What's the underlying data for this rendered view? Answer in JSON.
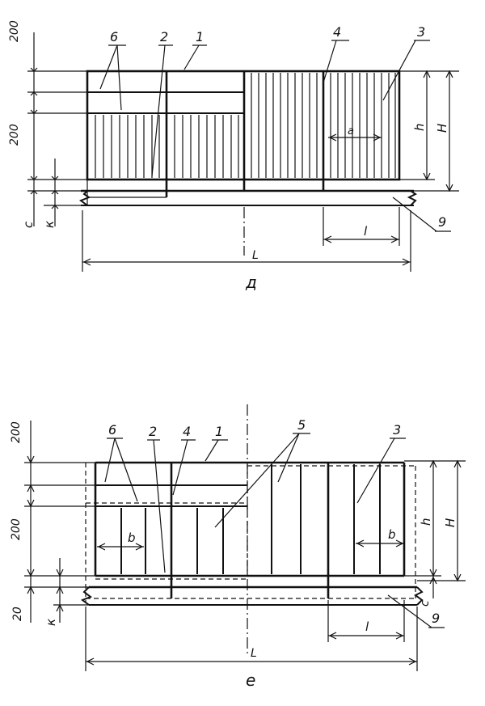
{
  "top": {
    "dims": {
      "d200a": "200",
      "d200b": "200",
      "c": "c",
      "k": "к",
      "h": "h",
      "H": "H",
      "a": "a",
      "l": "l",
      "L": "L"
    },
    "callouts": {
      "n6": "6",
      "n2": "2",
      "n1": "1",
      "n4": "4",
      "n3": "3",
      "n9": "9"
    },
    "caption": "д"
  },
  "bottom": {
    "dims": {
      "d200a": "200",
      "d200b": "200",
      "d20": "20",
      "k": "к",
      "c": "c",
      "h": "h",
      "H": "H",
      "b1": "b",
      "b2": "b",
      "l": "l",
      "L": "L"
    },
    "callouts": {
      "n6": "6",
      "n2": "2",
      "n4": "4",
      "n1": "1",
      "n5": "5",
      "n3": "3",
      "n9": "9"
    },
    "caption": "е"
  }
}
